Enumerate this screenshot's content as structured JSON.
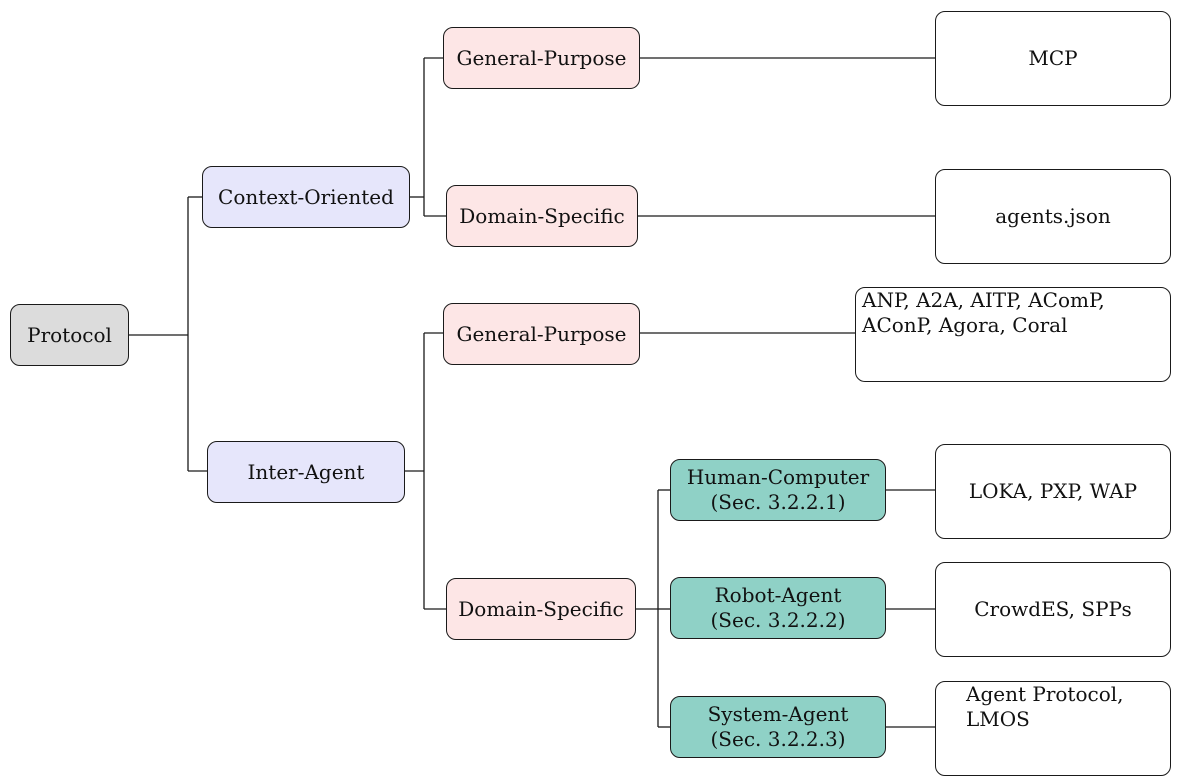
{
  "root": {
    "label": "Protocol"
  },
  "context": {
    "label": "Context-Oriented",
    "general": {
      "label": "General-Purpose",
      "protocols": "MCP"
    },
    "domain": {
      "label": "Domain-Specific",
      "protocols": "agents.json"
    }
  },
  "inter": {
    "label": "Inter-Agent",
    "general": {
      "label": "General-Purpose",
      "protocols_line1": "ANP, A2A, AITP, AComP,",
      "protocols_line2": "AConP, Agora, Coral"
    },
    "domain": {
      "label": "Domain-Specific",
      "human": {
        "label": "Human-Computer",
        "section": "(Sec.  3.2.2.1)",
        "protocols": "LOKA, PXP, WAP"
      },
      "robot": {
        "label": "Robot-Agent",
        "section": "(Sec.  3.2.2.2)",
        "protocols": "CrowdES, SPPs"
      },
      "system": {
        "label": "System-Agent",
        "section": "(Sec.  3.2.2.3)",
        "protocols_line1": "Agent Protocol,",
        "protocols_line2": "LMOS"
      }
    }
  },
  "colors": {
    "root": "#dcdcdc",
    "level1": "#e6e6fb",
    "level2": "#fde6e6",
    "level3": "#8fd1c6",
    "leaf": "#ffffff"
  }
}
